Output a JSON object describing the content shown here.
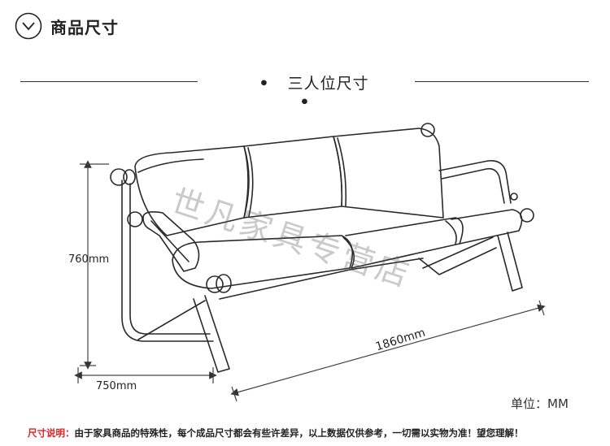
{
  "header": {
    "icon": "chevron-down-circle-icon",
    "title": "商品尺寸"
  },
  "section": {
    "dot": "•",
    "title": "三人位尺寸"
  },
  "dimensions": {
    "height": "760mm",
    "depth": "750mm",
    "width": "1860mm",
    "unit": "单位：MM"
  },
  "watermark": "世凡家具专营店",
  "note": {
    "label": "尺寸说明：",
    "text": "由于家具商品的特殊性，每个成品尺寸都会有些许差异，以上数据仅供参考，一切需以实物为准！望您理解！",
    "label_color": "#dd2222"
  }
}
